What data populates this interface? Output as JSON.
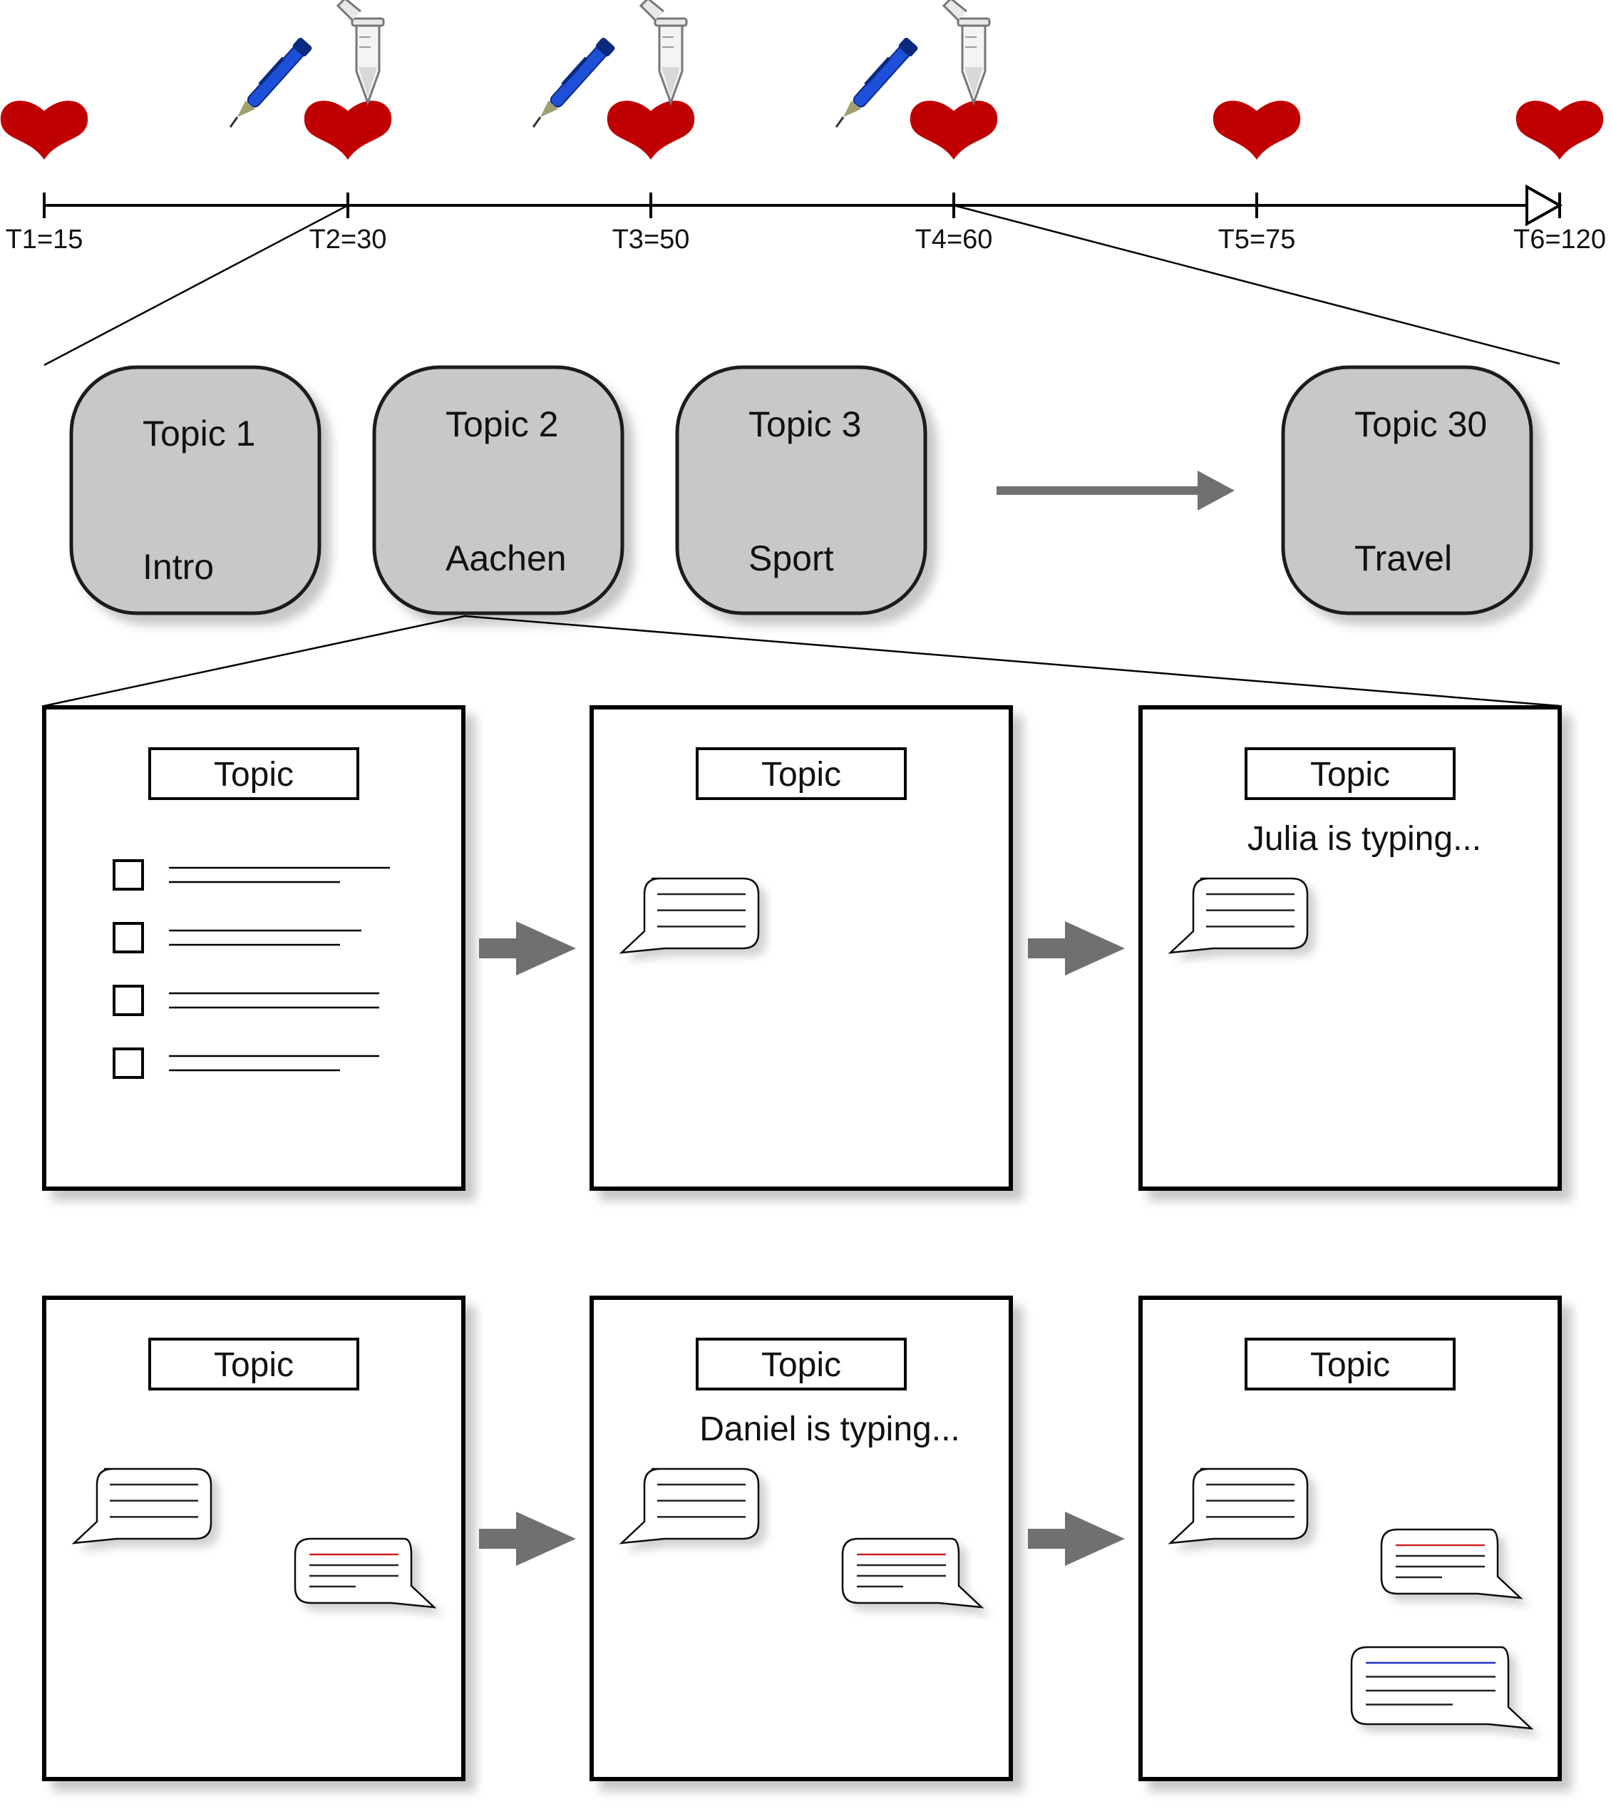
{
  "timeline": {
    "points": [
      {
        "label": "T1=15",
        "value": 15,
        "sample": false
      },
      {
        "label": "T2=30",
        "value": 30,
        "sample": true
      },
      {
        "label": "T3=50",
        "value": 50,
        "sample": true
      },
      {
        "label": "T4=60",
        "value": 60,
        "sample": true
      },
      {
        "label": "T5=75",
        "value": 75,
        "sample": false
      },
      {
        "label": "T6=120",
        "value": 120,
        "sample": false
      }
    ]
  },
  "topics": [
    {
      "title": "Topic 1",
      "subtitle": "Intro"
    },
    {
      "title": "Topic 2",
      "subtitle": "Aachen"
    },
    {
      "title": "Topic 3",
      "subtitle": "Sport"
    },
    {
      "title": "Topic 30",
      "subtitle": "Travel"
    }
  ],
  "panels": [
    {
      "title": "Topic",
      "typing": "",
      "checklist_items": 4,
      "messages": []
    },
    {
      "title": "Topic",
      "typing": "",
      "checklist_items": 0,
      "messages": [
        "other"
      ]
    },
    {
      "title": "Topic",
      "typing": "Julia is typing...",
      "checklist_items": 0,
      "messages": [
        "other"
      ]
    },
    {
      "title": "Topic",
      "typing": "",
      "checklist_items": 0,
      "messages": [
        "other",
        "self-red"
      ]
    },
    {
      "title": "Topic",
      "typing": "Daniel is typing...",
      "checklist_items": 0,
      "messages": [
        "other",
        "self-red"
      ]
    },
    {
      "title": "Topic",
      "typing": "",
      "checklist_items": 0,
      "messages": [
        "other",
        "self-red",
        "self-blue"
      ]
    }
  ],
  "colors": {
    "heart": "#c00000",
    "topic_fill": "#c8c8c8",
    "arrow": "#707070",
    "red_line": "#d02020",
    "blue_line": "#2030c0",
    "pen": "#1e4fd8"
  },
  "icons": {
    "heart": "heart-icon",
    "pen": "pen-icon",
    "tube": "sample-tube-icon",
    "chat": "chat-bubble-icon",
    "checkbox": "checkbox-icon"
  }
}
